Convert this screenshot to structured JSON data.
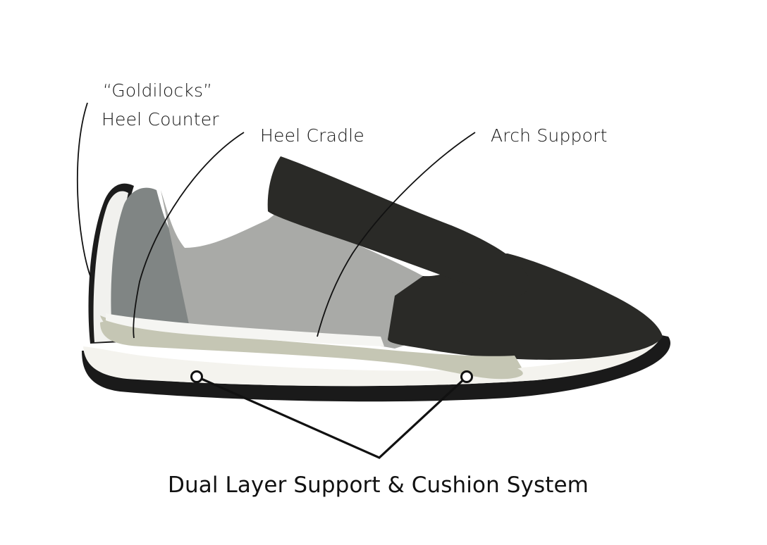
{
  "labels": {
    "heel_counter_line1": "“Goldilocks”",
    "heel_counter_line2": "Heel Counter",
    "heel_cradle": "Heel Cradle",
    "arch_support": "Arch Support",
    "dual_layer": "Dual Layer Support & Cushion System"
  },
  "colors": {
    "upper_dark": "#2a2a27",
    "upper_grey": "#a9aaa7",
    "heel_grey": "#808584",
    "midsole_beige": "#c5c6b4",
    "sole_white": "#f4f3ee",
    "outsole_black": "#1a1a1a",
    "leader_line": "#111111"
  }
}
